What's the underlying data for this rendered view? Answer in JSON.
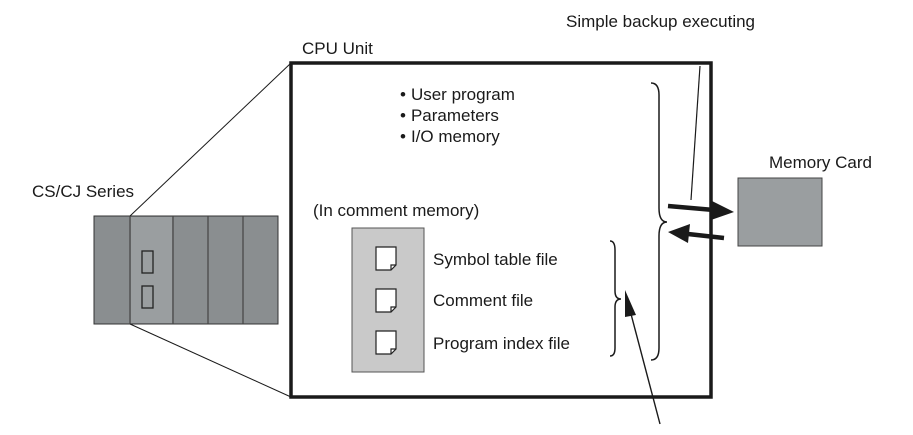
{
  "labels": {
    "cs_cj_series": "CS/CJ Series",
    "cpu_unit": "CPU Unit",
    "simple_backup": "Simple backup executing",
    "memory_card": "Memory Card",
    "comment_memory": "(In comment memory)"
  },
  "cpu_contents": [
    "User program",
    "Parameters",
    "I/O memory"
  ],
  "files": [
    "Symbol table file",
    "Comment file",
    "Program index file"
  ],
  "colors": {
    "plc_body": "#8a8e90",
    "plc_panel": "#9a9ea0",
    "memory_card": "#9a9ea0",
    "file_panel": "#c9c9c9",
    "stroke": "#1a1a1a"
  }
}
